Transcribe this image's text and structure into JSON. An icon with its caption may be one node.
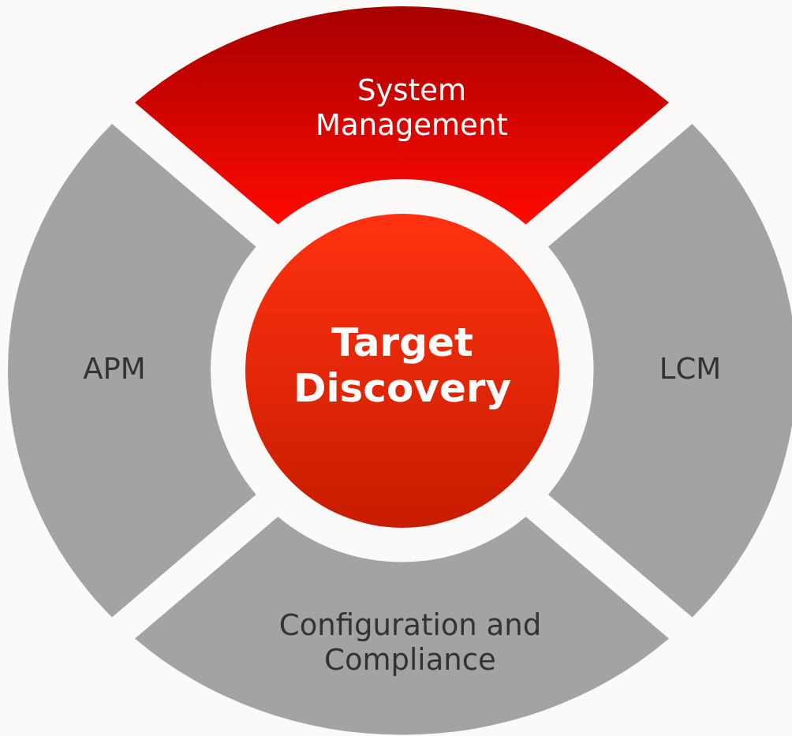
{
  "diagram": {
    "nodes": [
      {
        "text": [
          "System Management"
        ]
      },
      {
        "text": [
          "APM"
        ]
      },
      {
        "text": [
          "Target Discovery"
        ]
      },
      {
        "text": [
          "LCM"
        ]
      },
      {
        "text": [
          "Configuration and Compliance"
        ]
      }
    ]
  }
}
